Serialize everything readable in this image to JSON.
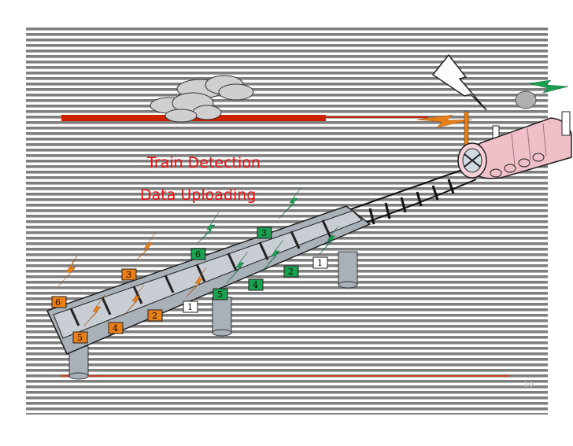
{
  "slide": {
    "labels": {
      "train_detection": "Train Detection",
      "data_uploading": "Data Uploading"
    },
    "page_number": "10"
  },
  "colors": {
    "background_stripe": "#7f7f7f",
    "red_bar": "#cc2200",
    "label_red": "#ee1111",
    "orange_sensor": "#e8801a",
    "green_sensor": "#1aa050",
    "white_sensor": "#ffffff",
    "track_gray": "#a8b0b8",
    "train_pink": "#f0c0c8"
  },
  "sensors": {
    "orange": [
      "6",
      "5",
      "4",
      "3",
      "2"
    ],
    "green": [
      "6",
      "5",
      "4",
      "3",
      "2"
    ],
    "white": [
      "1",
      "1"
    ]
  },
  "icons": [
    "cloud-icon",
    "lightning-bolt-icon",
    "train-icon",
    "bridge-track-icon"
  ]
}
